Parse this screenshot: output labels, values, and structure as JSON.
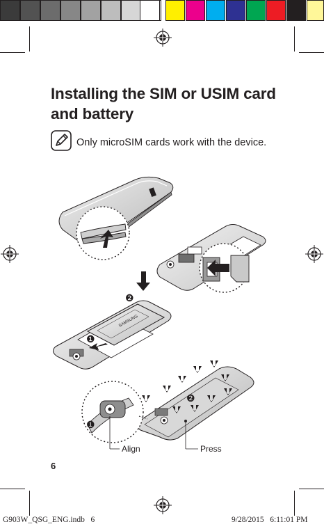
{
  "swatches": [
    "#3b3b3b",
    "#525252",
    "#6c6c6c",
    "#878787",
    "#a2a2a2",
    "#bdbdbd",
    "#d6d6d6",
    "#ebebeb",
    "#ffffff",
    "#ffef00",
    "#ec008c",
    "#00aeef",
    "#2e3192",
    "#00a651",
    "#ed1c24",
    "#231f20",
    "#fff799"
  ],
  "title_line1": "Installing the SIM or USIM card",
  "title_line2": "and battery",
  "note_icon": "note-pencil-icon",
  "note": "Only microSIM cards work with the device.",
  "callouts": {
    "one": "❶",
    "two": "❷"
  },
  "labels": {
    "align": "Align",
    "press": "Press",
    "battery": "SAMSUNG"
  },
  "page_number": "6",
  "footer": {
    "left": "G903W_QSG_ENG.indb   6",
    "right": "9/28/2015   6:11:01 PM"
  }
}
